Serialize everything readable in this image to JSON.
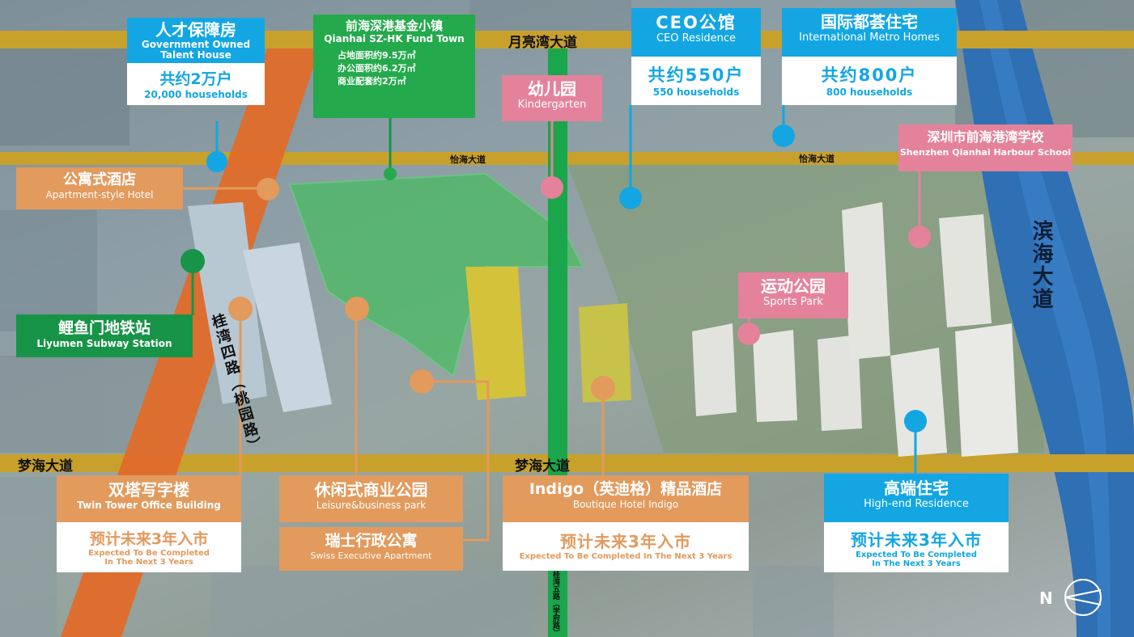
{
  "roads": {
    "yueliangwan": "月亮湾大道",
    "yiwan_left": "怡海大道",
    "yiwan_right": "怡海大道",
    "menghai_left": "梦海大道",
    "menghai_mid": "梦海大道",
    "binhai": "滨海大道",
    "guiwan4": "桂湾四路（桃园路）",
    "guiwan5": "桂湾五路（学府路）"
  },
  "labels": {
    "talent_house": {
      "cn": "人才保障房",
      "en1": "Government Owned",
      "en2": "Talent House",
      "count_cn": "共约2万户",
      "count_en": "20,000 households"
    },
    "fund_town": {
      "cn": "前海深港基金小镇",
      "en": "Qianhai SZ-HK Fund Town",
      "line1": "占地面积约9.5万㎡",
      "line2": "办公面积约6.2万㎡",
      "line3": "商业配套约2万㎡"
    },
    "kindergarten": {
      "cn": "幼儿园",
      "en": "Kindergarten"
    },
    "ceo": {
      "cn": "CEO公馆",
      "en": "CEO Residence",
      "count_cn": "共约550户",
      "count_en": "550 households"
    },
    "metro_homes": {
      "cn": "国际都荟住宅",
      "en": "International Metro Homes",
      "count_cn": "共约800户",
      "count_en": "800 households"
    },
    "school": {
      "cn": "深圳市前海港湾学校",
      "en": "Shenzhen Qianhai Harbour School"
    },
    "hotel_apartment": {
      "cn": "公寓式酒店",
      "en": "Apartment-style Hotel"
    },
    "subway": {
      "cn": "鲤鱼门地铁站",
      "en": "Liyumen Subway Station"
    },
    "sports_park": {
      "cn": "运动公园",
      "en": "Sports Park"
    },
    "twin_tower": {
      "cn": "双塔写字楼",
      "en": "Twin Tower Office Building",
      "status_cn": "预计未来3年入市",
      "status_en1": "Expected To Be Completed",
      "status_en2": "In The Next 3 Years"
    },
    "leisure_park": {
      "cn": "休闲式商业公园",
      "en": "Leisure&business park"
    },
    "swiss_apartment": {
      "cn": "瑞士行政公寓",
      "en": "Swiss Executive Apartment"
    },
    "indigo": {
      "cn": "Indigo（英迪格）精品酒店",
      "en": "Boutique Hotel Indigo",
      "status_cn": "预计未来3年入市",
      "status_en": "Expected To Be Completed In The Next 3 Years"
    },
    "highend": {
      "cn": "高端住宅",
      "en": "High-end Residence",
      "status_cn": "预计未来3年入市",
      "status_en1": "Expected To Be Completed",
      "status_en2": "In The Next 3 Years"
    }
  },
  "north": "N",
  "colors": {
    "blue": "#13a6e3",
    "orange": "#e29a5d",
    "pink": "#e4829c",
    "green": "#179447",
    "road_yellow": "#c8a12c",
    "river": "#2f6fb4"
  }
}
